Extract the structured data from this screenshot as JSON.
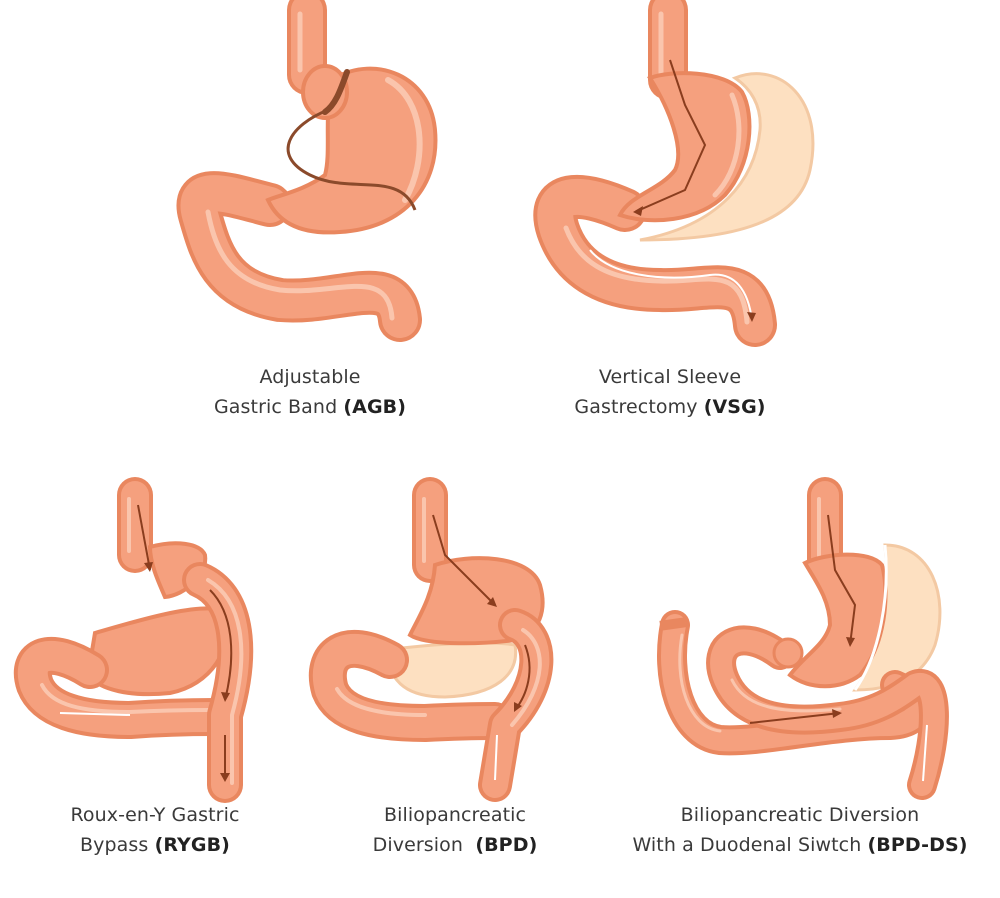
{
  "colors": {
    "organ": "#f5a07e",
    "organ_dark": "#e9875f",
    "highlight": "#fbd2bd",
    "removed": "#fde0c1",
    "band": "#8b4a2b",
    "arrow": "#8a3d1e",
    "text": "#3a3a3a"
  },
  "procedures": [
    {
      "id": "agb",
      "line1": "Adjustable",
      "line2_prefix": "Gastric Band",
      "abbr": "(AGB)"
    },
    {
      "id": "vsg",
      "line1": "Vertical Sleeve",
      "line2_prefix": "Gastrectomy",
      "abbr": "(VSG)"
    },
    {
      "id": "rygb",
      "line1": "Roux-en-Y Gastric",
      "line2_prefix": "Bypass",
      "abbr": "(RYGB)"
    },
    {
      "id": "bpd",
      "line1": "Biliopancreatic",
      "line2_prefix": "Diversion ",
      "abbr": "(BPD)"
    },
    {
      "id": "bpd-ds",
      "line1": "Biliopancreatic Diversion",
      "line2_prefix": "With a Duodenal Siwtch",
      "abbr": "(BPD-DS)"
    }
  ]
}
